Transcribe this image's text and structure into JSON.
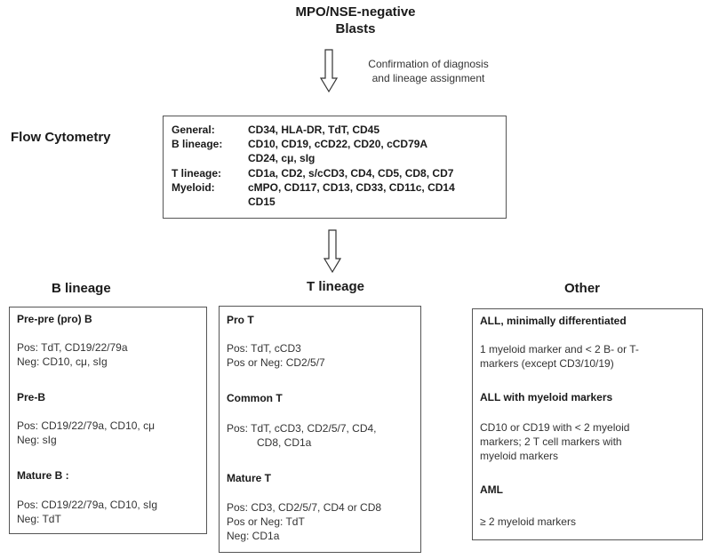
{
  "top": {
    "title_line1": "MPO/NSE-negative",
    "title_line2": "Blasts",
    "note_line1": "Confirmation of diagnosis",
    "note_line2": "and lineage assignment"
  },
  "flow": {
    "label": "Flow Cytometry",
    "rows": [
      {
        "cat": "General:",
        "val": "CD34, HLA-DR, TdT, CD45"
      },
      {
        "cat": "B lineage:",
        "val": "CD10, CD19, cCD22, CD20, cCD79A"
      },
      {
        "cat": "",
        "val": "CD24, cμ, sIg"
      },
      {
        "cat": "T lineage:",
        "val": "CD1a, CD2, s/cCD3, CD4, CD5, CD8, CD7"
      },
      {
        "cat": "Myeloid:",
        "val": "cMPO, CD117, CD13, CD33, CD11c, CD14"
      },
      {
        "cat": "",
        "val": "CD15"
      }
    ]
  },
  "b_lineage": {
    "title": "B lineage",
    "s1_head": "Pre-pre (pro) B",
    "s1_pos": "Pos: TdT, CD19/22/79a",
    "s1_neg": "Neg:  CD10, cμ, sIg",
    "s2_head": "Pre-B",
    "s2_pos": "Pos: CD19/22/79a, CD10, cμ",
    "s2_neg": "Neg:  sIg",
    "s3_head": "Mature B       :",
    "s3_pos": "Pos: CD19/22/79a, CD10, sIg",
    "s3_neg": "Neg:  TdT"
  },
  "t_lineage": {
    "title": "T lineage",
    "s1_head": "Pro T",
    "s1_pos": "Pos: TdT, cCD3",
    "s1_posneg": "Pos or Neg: CD2/5/7",
    "s2_head": "Common T",
    "s2_pos1": "Pos: TdT, cCD3, CD2/5/7, CD4,",
    "s2_pos2": "CD8, CD1a",
    "s3_head": "Mature T",
    "s3_pos": "Pos: CD3, CD2/5/7, CD4 or CD8",
    "s3_posneg": "Pos or Neg: TdT",
    "s3_neg": "Neg: CD1a"
  },
  "other": {
    "title": "Other",
    "s1_head": "ALL, minimally differentiated",
    "s1_l1": "1 myeloid marker and < 2 B- or T-",
    "s1_l2": "markers (except CD3/10/19)",
    "s2_head": "ALL with myeloid markers",
    "s2_l1": "CD10 or CD19 with < 2  myeloid",
    "s2_l2": "markers; 2 T cell markers with",
    "s2_l3": "myeloid markers",
    "s3_head": "AML",
    "s3_l1": "≥ 2 myeloid markers"
  }
}
